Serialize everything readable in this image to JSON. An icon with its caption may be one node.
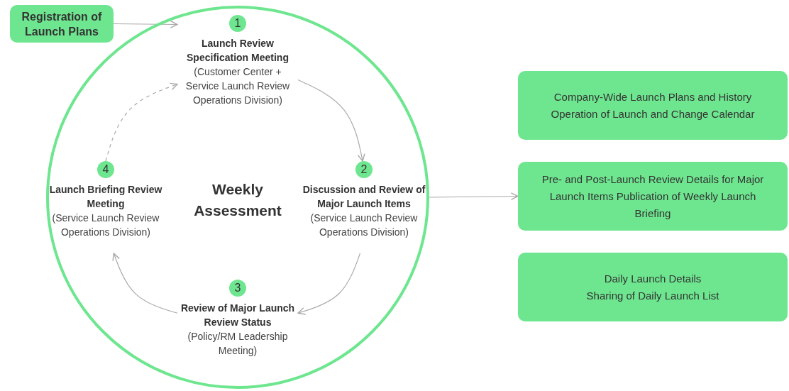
{
  "diagram": {
    "nodes": [
      {
        "text": [
          "Registration of Launch Plans"
        ]
      },
      {
        "text": [
          "Weekly Assessment"
        ]
      },
      {
        "text": [
          "1",
          "Launch Review Specification Meeting",
          "(Customer Center + Service Launch Review Operations Division)"
        ],
        "in": 1
      },
      {
        "text": [
          "2",
          "Discussion and Review of Major Launch Items",
          "(Service Launch Review Operations Division)"
        ],
        "in": 1
      },
      {
        "text": [
          "3",
          "Review of Major Launch Review Status",
          "(Policy/RM Leadership Meeting)"
        ],
        "in": 1
      },
      {
        "text": [
          "4",
          "Launch Briefing Review Meeting",
          "(Service Launch Review Operations Division)"
        ],
        "in": 1
      },
      {
        "text": [
          "Company-Wide Launch Plans and History",
          "Operation of Launch and Change Calendar"
        ]
      },
      {
        "text": [
          "Pre- and Post-Launch Review Details for Major Launch Items Publication of Weekly Launch Briefing"
        ]
      },
      {
        "text": [
          "Daily Launch Details",
          "Sharing of Daily Launch List"
        ]
      }
    ],
    "edges": [
      {
        "from": 0,
        "to": 2,
        "arrow": "to"
      },
      {
        "from": 2,
        "to": 3,
        "arrow": "to"
      },
      {
        "from": 3,
        "to": 4,
        "arrow": "to"
      },
      {
        "from": 4,
        "to": 5,
        "arrow": "to"
      },
      {
        "from": 5,
        "to": 2,
        "arrow": "to",
        "style": "dashed"
      },
      {
        "from": 1,
        "to": 7,
        "arrow": "to"
      }
    ]
  }
}
